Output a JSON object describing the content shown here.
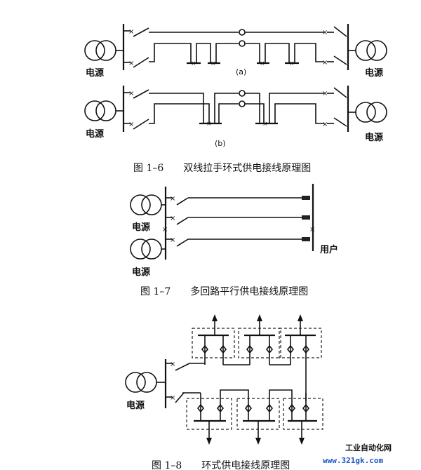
{
  "figure_a": {
    "source_left": "电源",
    "source_right": "电源",
    "sublabel": "(a)"
  },
  "figure_b": {
    "source_left": "电源",
    "source_right": "电源",
    "sublabel": "(b)"
  },
  "caption_1_6": "图 1–6　　双线拉手环式供电接线原理图",
  "figure_1_7": {
    "source_top": "电源",
    "source_bottom": "电源",
    "load": "用户"
  },
  "caption_1_7": "图 1–7　　多回路平行供电接线原理图",
  "figure_1_8": {
    "source": "电源"
  },
  "caption_1_8": "图 1–8　　环式供电接线原理图",
  "watermark": {
    "line1": "工业自动化网",
    "line2": "www.321gk.com"
  }
}
